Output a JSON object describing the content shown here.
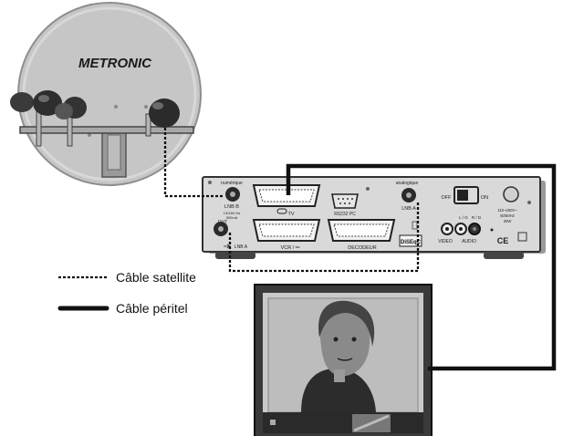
{
  "dish": {
    "brand": "METRONIC"
  },
  "receiver": {
    "numerique": "numérique",
    "analogique": "analogique",
    "lnb_b": "LNB B",
    "lnb_b_spec1": "13/18V-Hz",
    "lnb_b_spec2": "300mA",
    "out": "OUT",
    "lnb_a_left": "LNB A",
    "lnb_a_right": "LNB A",
    "tv": "TV",
    "rs232": "RS232 PC",
    "vcr": "VCR / ⚯",
    "decodeur": "DECODEUR",
    "off": "OFF",
    "on": "ON",
    "lg": "L / G",
    "rd": "R / D",
    "video": "VIDEO",
    "audio": "AUDIO",
    "power1": "110~250V~",
    "power2": "50/60Hz",
    "power3": "30W",
    "diseqc": "DiSEqC",
    "ce": "CE"
  },
  "legend": {
    "satellite": "Câble satellite",
    "peritel": "Câble péritel"
  },
  "colors": {
    "dish": "#c4c4c4",
    "receiver": "#d8d8d8",
    "cable": "#111111",
    "tv_frame": "#3a3a3a"
  }
}
